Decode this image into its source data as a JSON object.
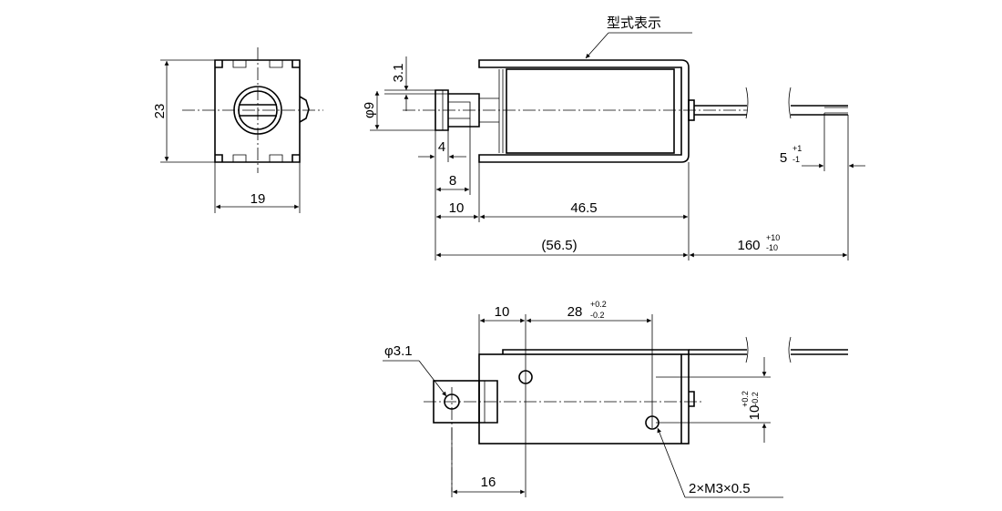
{
  "title_annotation": "型式表示",
  "front_view": {
    "height": "23",
    "width": "19"
  },
  "side_view": {
    "dim_3_1": "3.1",
    "dim_phi9": "φ9",
    "dim_4": "4",
    "dim_8": "8",
    "dim_10": "10",
    "dim_46_5": "46.5",
    "dim_56_5": "(56.5)",
    "dim_160": "160",
    "dim_160_tol_plus": "+10",
    "dim_160_tol_minus": "-10",
    "dim_5": "5",
    "dim_5_tol_plus": "+1",
    "dim_5_tol_minus": "-1"
  },
  "top_view": {
    "dim_10": "10",
    "dim_28": "28",
    "dim_28_tol_plus": "+0.2",
    "dim_28_tol_minus": "-0.2",
    "dim_phi3_1": "φ3.1",
    "dim_16": "16",
    "dim_10_vertical": "10",
    "dim_10_vertical_tol_plus": "+0.2",
    "dim_10_vertical_tol_minus": "-0.2",
    "thread_callout": "2×M3×0.5"
  }
}
